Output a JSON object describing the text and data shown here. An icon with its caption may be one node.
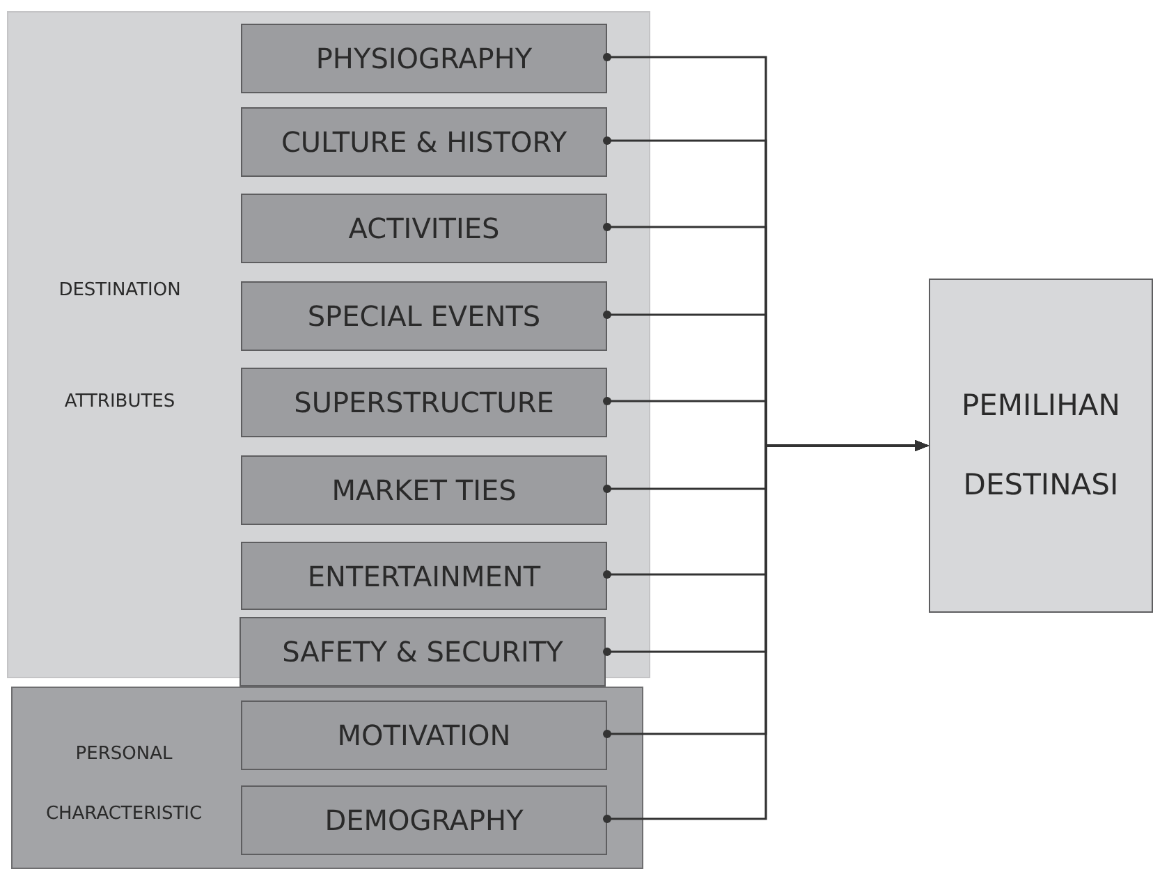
{
  "diagram": {
    "nodes": [
      {
        "text": [
          "DESTINATION ATTRIBUTES"
        ]
      },
      {
        "text": [
          "PHYSIOGRAPHY"
        ],
        "in": 0
      },
      {
        "text": [
          "CULTURE & HISTORY"
        ],
        "in": 0
      },
      {
        "text": [
          "ACTIVITIES"
        ],
        "in": 0
      },
      {
        "text": [
          "SPECIAL EVENTS"
        ],
        "in": 0
      },
      {
        "text": [
          "SUPERSTRUCTURE"
        ],
        "in": 0
      },
      {
        "text": [
          "MARKET TIES"
        ],
        "in": 0
      },
      {
        "text": [
          "ENTERTAINMENT"
        ],
        "in": 0
      },
      {
        "text": [
          "SAFETY & SECURITY"
        ]
      },
      {
        "text": [
          "PERSONAL CHARACTERISTIC"
        ]
      },
      {
        "text": [
          "MOTIVATION"
        ],
        "in": 9
      },
      {
        "text": [
          "DEMOGRAPHY"
        ],
        "in": 9
      },
      {
        "text": [
          "PEMILIHAN DESTINASI"
        ]
      }
    ],
    "edges": [
      {
        "from": 1,
        "to": 12,
        "arrow": "to"
      },
      {
        "from": 2,
        "to": 12,
        "arrow": "to"
      },
      {
        "from": 3,
        "to": 12,
        "arrow": "to"
      },
      {
        "from": 4,
        "to": 12,
        "arrow": "to"
      },
      {
        "from": 5,
        "to": 12,
        "arrow": "to"
      },
      {
        "from": 6,
        "to": 12,
        "arrow": "to"
      },
      {
        "from": 7,
        "to": 12,
        "arrow": "to"
      },
      {
        "from": 8,
        "to": 12,
        "arrow": "to"
      },
      {
        "from": 10,
        "to": 12,
        "arrow": "to"
      },
      {
        "from": 11,
        "to": 12,
        "arrow": "to"
      }
    ]
  }
}
